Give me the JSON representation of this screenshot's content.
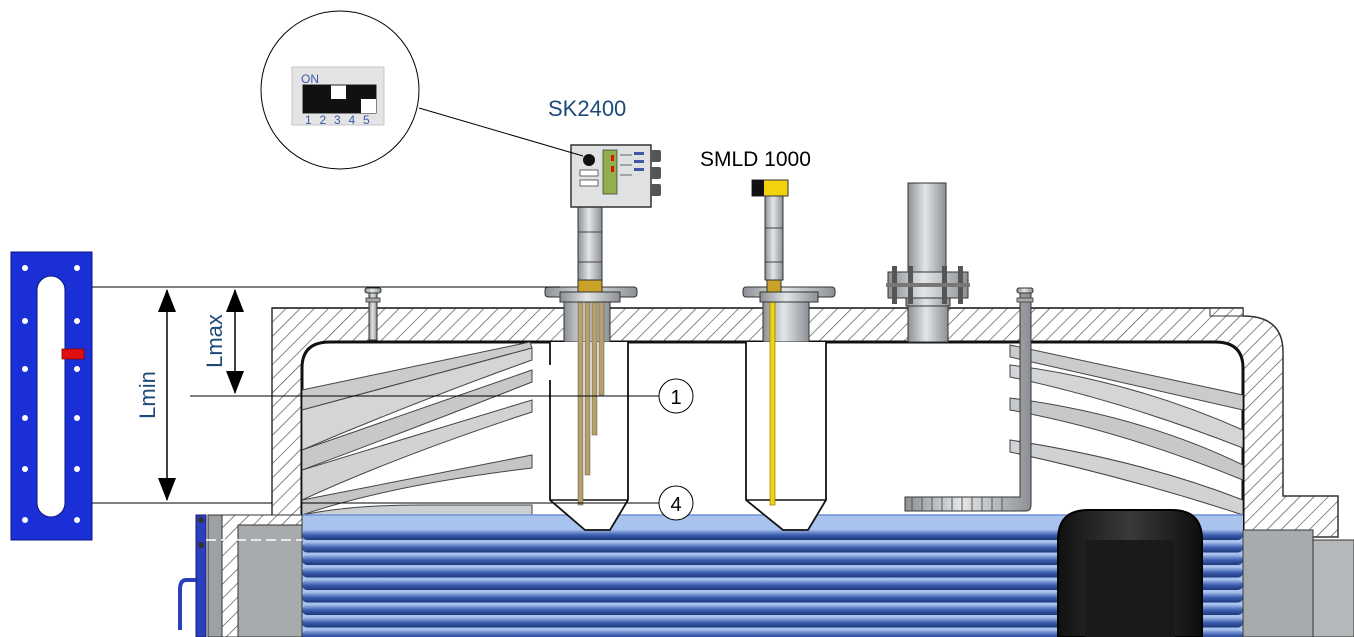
{
  "labels": {
    "sk2400": "SK2400",
    "smld1000": "SMLD 1000",
    "lmin": "Lmin",
    "lmax": "Lmax",
    "marker_1": "1",
    "marker_4": "4"
  },
  "dip_switch": {
    "on_label": "ON",
    "numbers": [
      "1",
      "2",
      "3",
      "4",
      "5"
    ]
  },
  "colors": {
    "label_blue": "#1e4a7a",
    "gauge_blue": "#1a2fd6",
    "water": "#a9c3ef",
    "tube": "#3a5aa8",
    "sensor_yellow": "#f2d20a",
    "steel": "#c9cccf",
    "indicator_red": "#e01010"
  }
}
